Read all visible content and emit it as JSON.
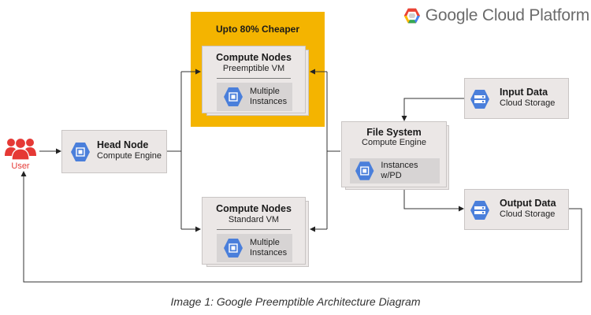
{
  "logo": {
    "text": "Google Cloud Platform"
  },
  "user": {
    "label": "User"
  },
  "highlight": {
    "label": "Upto 80% Cheaper"
  },
  "head_node": {
    "title": "Head Node",
    "subtitle": "Compute Engine",
    "icon": "compute-engine-icon"
  },
  "compute_preemptible": {
    "title": "Compute Nodes",
    "subtitle": "Preemptible VM",
    "inner_line1": "Multiple",
    "inner_line2": "Instances",
    "icon": "compute-engine-icon"
  },
  "compute_standard": {
    "title": "Compute Nodes",
    "subtitle": "Standard VM",
    "inner_line1": "Multiple",
    "inner_line2": "Instances",
    "icon": "compute-engine-icon"
  },
  "file_system": {
    "title": "File System",
    "subtitle": "Compute Engine",
    "inner": "Instances w/PD",
    "icon": "compute-engine-icon"
  },
  "input_data": {
    "title": "Input Data",
    "subtitle": "Cloud Storage",
    "icon": "cloud-storage-icon"
  },
  "output_data": {
    "title": "Output Data",
    "subtitle": "Cloud Storage",
    "icon": "cloud-storage-icon"
  },
  "caption": "Image 1: Google Preemptible Architecture Diagram",
  "colors": {
    "highlight": "#f4b400",
    "icon_blue": "#4a7fdb",
    "user_red": "#e53935",
    "card": "#ebe7e6"
  }
}
